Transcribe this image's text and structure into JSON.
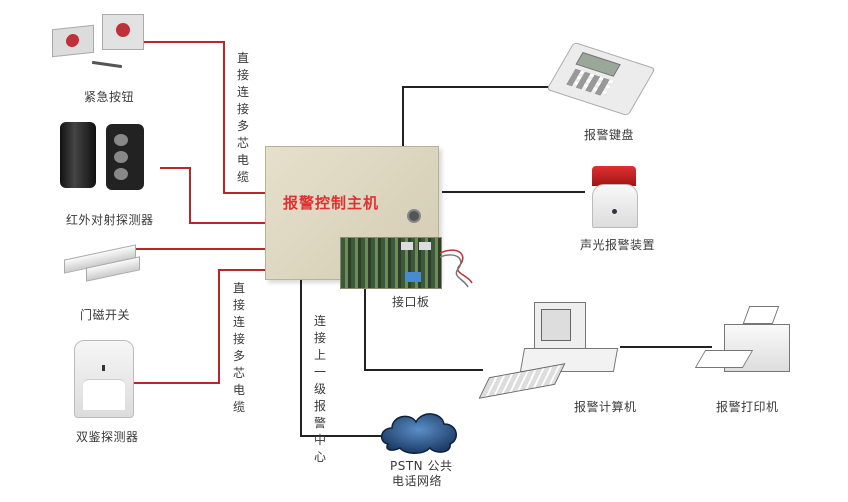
{
  "diagram": {
    "controller": {
      "label": "报警控制主机"
    },
    "interface_board": {
      "label": "接口板"
    },
    "inputs": [
      {
        "id": "panic-button",
        "label": "紧急按钮"
      },
      {
        "id": "infrared-beam",
        "label": "红外对射探测器"
      },
      {
        "id": "door-contact",
        "label": "门磁开关"
      },
      {
        "id": "dual-tech-detector",
        "label": "双鉴探测器"
      }
    ],
    "outputs": [
      {
        "id": "keypad",
        "label": "报警键盘"
      },
      {
        "id": "siren",
        "label": "声光报警装置"
      },
      {
        "id": "computer",
        "label": "报警计算机"
      },
      {
        "id": "printer",
        "label": "报警打印机"
      }
    ],
    "network": {
      "label_line1": "PSTN 公共",
      "label_line2": "电话网络"
    },
    "annotations": {
      "cable_top": "直接连接多芯电缆",
      "cable_bottom": "直接连接多芯电缆",
      "upstream": "连接上一级报警中心"
    },
    "colors": {
      "input_wire": "#b8272c",
      "output_wire": "#222222",
      "controller": "#ddd6c1",
      "title": "#e03030"
    }
  }
}
